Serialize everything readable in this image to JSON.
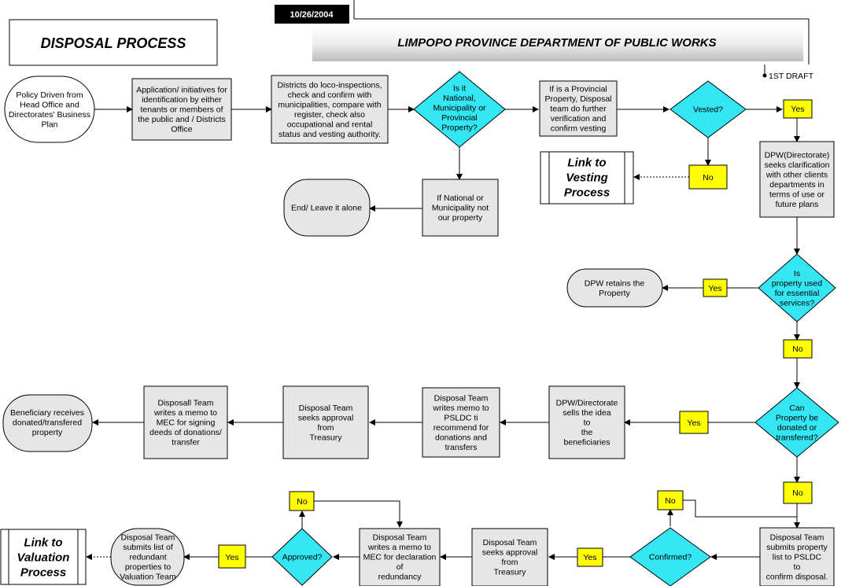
{
  "header": {
    "date": "10/26/2004",
    "process_title": "DISPOSAL PROCESS",
    "department": "LIMPOPO PROVINCE DEPARTMENT OF PUBLIC WORKS",
    "draft": "1ST DRAFT"
  },
  "nodes": {
    "policy": [
      "Policy Driven from",
      "Head Office and",
      "Directorates' Business",
      "Plan"
    ],
    "application": [
      "Application/ initiatives for",
      "identification by either",
      "tenants or members of",
      "the public and / Districts",
      "Office"
    ],
    "districts": [
      "Districts do loco-inspections,",
      "check and confirm with",
      "municipalities, compare with",
      "register, check also",
      "occupational and rental",
      "status and vesting authority."
    ],
    "is_national": [
      "Is it",
      "National,",
      "Municipality or",
      "Provincial",
      "Property?"
    ],
    "provincial": [
      "If is a Provincial",
      "Property, Disposal",
      "team do further",
      "verification and",
      "confirm vesting"
    ],
    "vested": [
      "Vested?"
    ],
    "if_national": [
      "If National or",
      "Municipality not",
      "our property"
    ],
    "end_leave": [
      "End/ Leave it alone"
    ],
    "link_vesting": [
      "Link to",
      "Vesting",
      "Process"
    ],
    "dpw_clarify": [
      "DPW(Directorate)",
      "seeks clarification",
      "with other clients",
      "departments in",
      "terms of use or",
      "future plans"
    ],
    "essential": [
      "Is",
      "property used",
      "for essential",
      "services?"
    ],
    "dpw_retains": [
      "DPW retains the",
      "Property"
    ],
    "can_donate": [
      "Can",
      "Property be",
      "donated or",
      "transfered?"
    ],
    "sells_idea": [
      "DPW/Directorate",
      "sells the idea",
      "to",
      "the",
      "beneficiaries"
    ],
    "memo_pslsdc": [
      "Disposal Team",
      "writes memo to",
      "PSLDC ti",
      "recommend for",
      "donations and",
      "transfers"
    ],
    "seeks_treasury1": [
      "Disposal Team",
      "seeks approval",
      "from",
      "Treasury"
    ],
    "memo_mec_deeds": [
      "Disposall Team",
      "writes a memo to",
      "MEC for signing",
      "deeds of donations/",
      "transfer"
    ],
    "beneficiary": [
      "Beneficiary receives",
      "donated/transfered",
      "property"
    ],
    "submits_pslsdc": [
      "Disposal Team",
      "submits property",
      "list to PSLDC",
      "to",
      "confirm disposal."
    ],
    "confirmed": [
      "Confirmed?"
    ],
    "seeks_treasury2": [
      "Disposal Team",
      "seeks approval",
      "from",
      "Treasury"
    ],
    "memo_mec_redundancy": [
      "Disposal Team",
      "writes a memo to",
      "MEC for declaration",
      "of",
      "redundancy"
    ],
    "approved": [
      "Approved?"
    ],
    "submits_valuation": [
      "Disposal Team",
      "submits list of",
      "redundant",
      "properties to",
      "Valuation Team"
    ],
    "link_valuation": [
      "Link to",
      "Valuation",
      "Process"
    ]
  },
  "answers": {
    "yes": "Yes",
    "no": "No"
  },
  "colors": {
    "process": "#e6e6e6",
    "decision": "#33e6f2",
    "answer": "#ffff00",
    "dark": "#111111"
  }
}
